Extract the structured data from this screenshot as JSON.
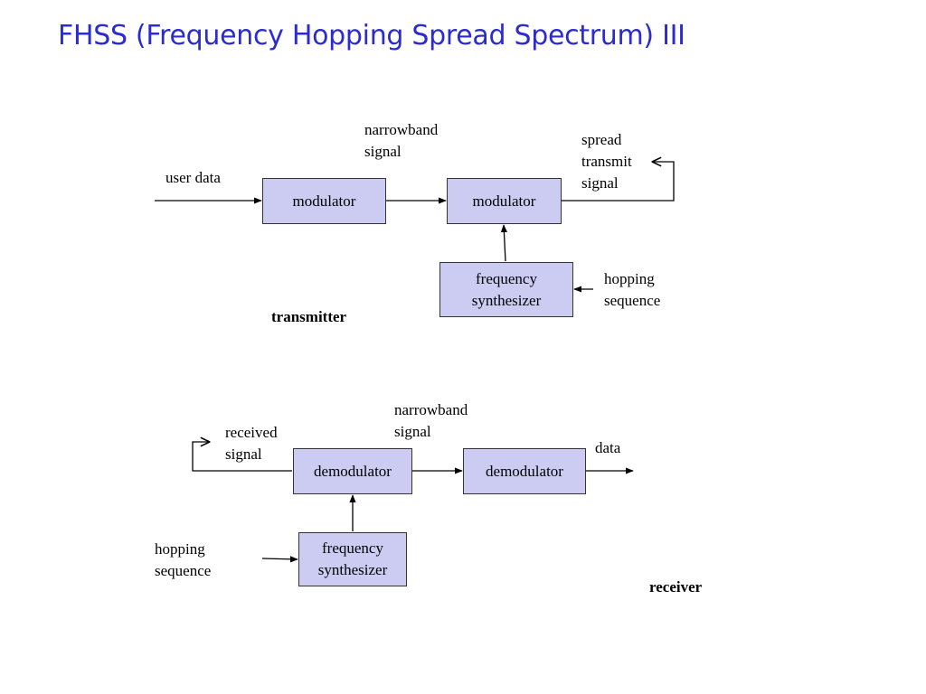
{
  "title": "FHSS (Frequency Hopping Spread Spectrum) III",
  "transmitter": {
    "section_label": "transmitter",
    "modulator_1": "modulator",
    "modulator_2": "modulator",
    "synthesizer": [
      "frequency",
      "synthesizer"
    ],
    "user_data": "user data",
    "narrowband": [
      "narrowband",
      "signal"
    ],
    "spread": [
      "spread",
      "transmit",
      "signal"
    ],
    "hopping": [
      "hopping",
      "sequence"
    ]
  },
  "receiver": {
    "section_label": "receiver",
    "demodulator_1": "demodulator",
    "demodulator_2": "demodulator",
    "synthesizer": [
      "frequency",
      "synthesizer"
    ],
    "received": [
      "received",
      "signal"
    ],
    "narrowband": [
      "narrowband",
      "signal"
    ],
    "data": "data",
    "hopping": [
      "hopping",
      "sequence"
    ]
  },
  "colors": {
    "title": "#2b2bd0",
    "box_fill": "#ccccf2",
    "box_border": "#333333",
    "line": "#000000"
  }
}
